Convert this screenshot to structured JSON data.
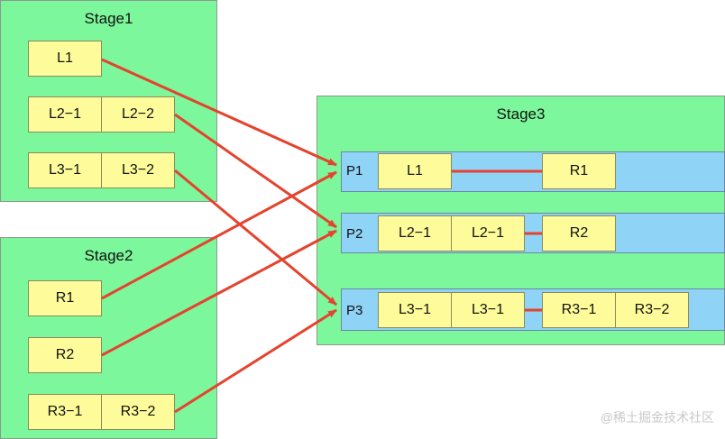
{
  "stage1": {
    "title": "Stage1",
    "cells": {
      "l1": "L1",
      "l2_1": "L2−1",
      "l2_2": "L2−2",
      "l3_1": "L3−1",
      "l3_2": "L3−2"
    }
  },
  "stage2": {
    "title": "Stage2",
    "cells": {
      "r1": "R1",
      "r2": "R2",
      "r3_1": "R3−1",
      "r3_2": "R3−2"
    }
  },
  "stage3": {
    "title": "Stage3",
    "partitions": {
      "p1": {
        "label": "P1",
        "c1": "L1",
        "c2": "R1"
      },
      "p2": {
        "label": "P2",
        "c1": "L2−1",
        "c2": "L2−1",
        "c3": "R2"
      },
      "p3": {
        "label": "P3",
        "c1": "L3−1",
        "c2": "L3−1",
        "c3": "R3−1",
        "c4": "R3−2"
      }
    }
  },
  "colors": {
    "stage": "#7cf79b",
    "cell": "#fefb9a",
    "partition": "#8fd3f7",
    "arrow": "#e5432e"
  },
  "watermark": "@稀土掘金技术社区"
}
